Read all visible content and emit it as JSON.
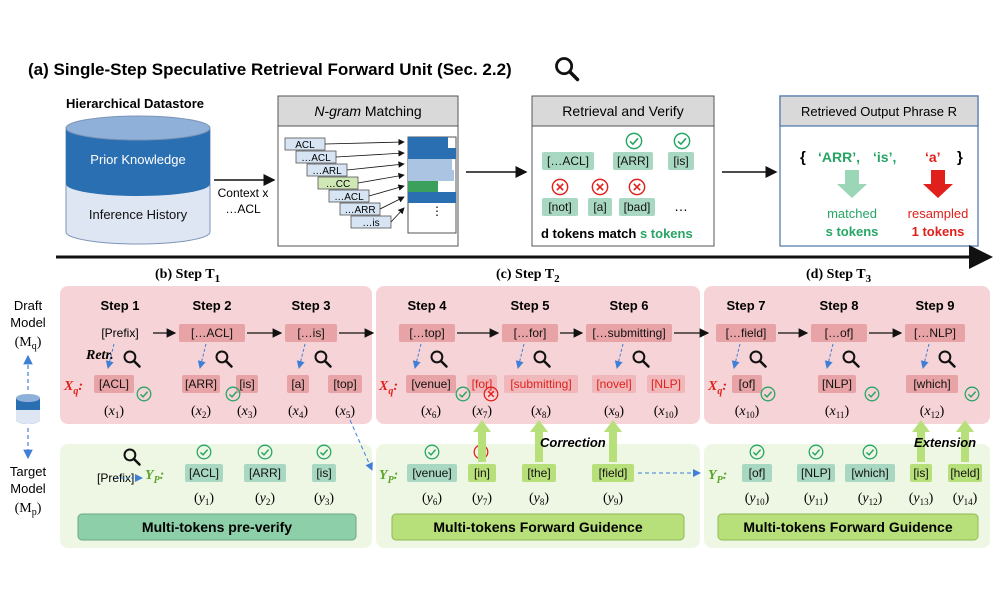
{
  "section_a": {
    "title": "(a) Single-Step Speculative Retrieval Forward Unit (Sec. 2.2)",
    "datastore_title": "Hierarchical Datastore",
    "prior_knowledge": "Prior Knowledge",
    "inference_history": "Inference History",
    "context_label": "Context x",
    "context_value": "…ACL",
    "ngram_title_italic": "N-gram",
    "ngram_title_rest": " Matching",
    "ngram_items": [
      "ACL",
      "…ACL",
      "…ARL",
      "…CC",
      "…ACL",
      "…ARR",
      "…is"
    ],
    "ngram_dots": "⋮",
    "retrieval_title": "Retrieval and  Verify",
    "retrieval_row1": [
      "[…ACL]",
      "[ARR]",
      "[is]"
    ],
    "retrieval_row2": [
      "[not]",
      "[a]",
      "[bad]"
    ],
    "retrieval_ellipsis": "…",
    "retrieval_caption_d": "d tokens match ",
    "retrieval_caption_s": "s tokens",
    "output_title": "Retrieved Output Phrase R",
    "output_brace_open": "{",
    "output_arr": "‘ARR’,",
    "output_is": "‘is’,",
    "output_a": "‘a’",
    "output_brace_close": "}",
    "matched_line1": "matched",
    "matched_line2": "s tokens",
    "resampled_line1": "resampled",
    "resampled_line2": "1 tokens"
  },
  "sections": {
    "b_label": "(b) Step T",
    "b_sub": "1",
    "c_label": "(c) Step T",
    "c_sub": "2",
    "d_label": "(d) Step T",
    "d_sub": "3"
  },
  "side": {
    "draft_l1": "Draft",
    "draft_l2": "Model",
    "draft_l3": "(M",
    "draft_sub": "q",
    "draft_close": ")",
    "target_l1": "Target",
    "target_l2": "Model",
    "target_l3": "(M",
    "target_sub": "p",
    "target_close": ")",
    "retr": "Retr.",
    "xq": "X",
    "xq_sub": "q",
    "yp": "Y",
    "yp_sub": "P",
    "colon": ":"
  },
  "draft_steps": [
    {
      "label": "Step 1",
      "ctx": "[Prefix]"
    },
    {
      "label": "Step 2",
      "ctx": "[…ACL]"
    },
    {
      "label": "Step 3",
      "ctx": "[…is]"
    },
    {
      "label": "Step 4",
      "ctx": "[…top]"
    },
    {
      "label": "Step 5",
      "ctx": "[…for]"
    },
    {
      "label": "Step 6",
      "ctx": "[…submitting]"
    },
    {
      "label": "Step 7",
      "ctx": "[…field]"
    },
    {
      "label": "Step 8",
      "ctx": "[…of]"
    },
    {
      "label": "Step 9",
      "ctx": "[…NLP]"
    }
  ],
  "xq_tokens": [
    "[ACL]",
    "[ARR]",
    "[is]",
    "[a]",
    "[top]",
    "[venue]",
    "[for]",
    "[submitting]",
    "[novel]",
    "[NLP]",
    "[of]",
    "[NLP]",
    "[which]"
  ],
  "x_indices": [
    "(x",
    "1",
    ")",
    "(x",
    "2",
    ")"
  ],
  "x_labels": [
    {
      "b": "x",
      "s": "1"
    },
    {
      "b": "x",
      "s": "2"
    },
    {
      "b": "x",
      "s": "3"
    },
    {
      "b": "x",
      "s": "4"
    },
    {
      "b": "x",
      "s": "5"
    },
    {
      "b": "x",
      "s": "6"
    },
    {
      "b": "x",
      "s": "7"
    },
    {
      "b": "x",
      "s": "8"
    },
    {
      "b": "x",
      "s": "9"
    },
    {
      "b": "x",
      "s": "10"
    },
    {
      "b": "x",
      "s": "10"
    },
    {
      "b": "x",
      "s": "11"
    },
    {
      "b": "x",
      "s": "12"
    }
  ],
  "yp_prefix": "[Prefix]",
  "yp_tokens": [
    "[ACL]",
    "[ARR]",
    "[is]",
    "[venue]",
    "[in]",
    "[the]",
    "[field]",
    "[of]",
    "[NLP]",
    "[which]",
    "[is]",
    "[held]"
  ],
  "y_labels": [
    {
      "b": "y",
      "s": "1"
    },
    {
      "b": "y",
      "s": "2"
    },
    {
      "b": "y",
      "s": "3"
    },
    {
      "b": "y",
      "s": "6"
    },
    {
      "b": "y",
      "s": "7"
    },
    {
      "b": "y",
      "s": "8"
    },
    {
      "b": "y",
      "s": "9"
    },
    {
      "b": "y",
      "s": "10"
    },
    {
      "b": "y",
      "s": "11"
    },
    {
      "b": "y",
      "s": "12"
    },
    {
      "b": "y",
      "s": "13"
    },
    {
      "b": "y",
      "s": "14"
    }
  ],
  "correction": "Correction",
  "extension": "Extension",
  "bottom_b": "Multi-tokens pre-verify",
  "bottom_c": "Multi-tokens Forward Guidence",
  "bottom_d": "Multi-tokens Forward Guidence",
  "colors": {
    "pink_panel": "#f6d3d6",
    "green_panel": "#eef6e4",
    "token_red": "#e8a3a6",
    "token_green": "#a9d8c2",
    "token_lime": "#b8e07a",
    "red_text": "#e0201b",
    "green_text": "#27a565",
    "blue_dash": "#3f7fd6",
    "cyl_top": "#2b6fb3",
    "cyl_bottom": "#dde6f2"
  }
}
